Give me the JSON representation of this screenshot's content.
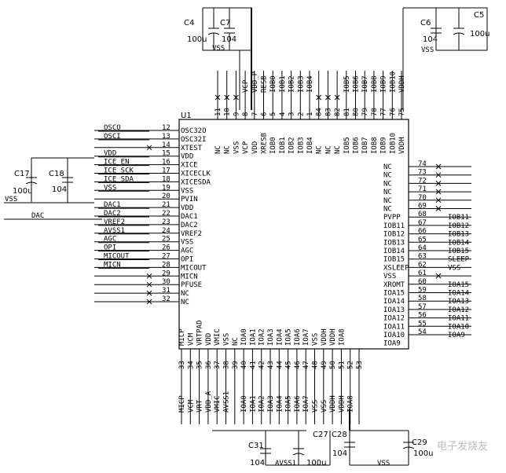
{
  "chip": {
    "ref": "U1"
  },
  "left_pins": [
    {
      "num": "12",
      "name": "OSC32O",
      "net": "OSCO",
      "x": "1"
    },
    {
      "num": "13",
      "name": "OSC32I",
      "net": "OSCI",
      "x": "1"
    },
    {
      "num": "14",
      "name": "XTEST",
      "net": "",
      "x": "1"
    },
    {
      "num": "15",
      "name": "VDD",
      "net": "VDD",
      "x": "1"
    },
    {
      "num": "16",
      "name": "XICE",
      "net": "ICE_EN",
      "x": "1"
    },
    {
      "num": "17",
      "name": "XICECLK",
      "net": "ICE_SCK",
      "x": "1"
    },
    {
      "num": "18",
      "name": "XICESDA",
      "net": "ICE_SDA",
      "x": "1"
    },
    {
      "num": "19",
      "name": "VSS",
      "net": "VSS",
      "x": "1"
    },
    {
      "num": "20",
      "name": "PVIN",
      "net": "",
      "x": "0"
    },
    {
      "num": "21",
      "name": "VDD",
      "net": "DAC1",
      "x": "1"
    },
    {
      "num": "22",
      "name": "DAC1",
      "net": "DAC2",
      "x": "1"
    },
    {
      "num": "23",
      "name": "DAC2",
      "net": "VREF2",
      "x": "1"
    },
    {
      "num": "24",
      "name": "VREF2",
      "net": "AVSS1",
      "x": "1"
    },
    {
      "num": "25",
      "name": "VSS",
      "net": "AGC",
      "x": "1"
    },
    {
      "num": "26",
      "name": "AGC",
      "net": "OPI",
      "x": "1"
    },
    {
      "num": "27",
      "name": "OPI",
      "net": "MICOUT",
      "x": "1"
    },
    {
      "num": "28",
      "name": "MICOUT",
      "net": "MICN",
      "x": "1"
    },
    {
      "num": "29",
      "name": "MICN",
      "net": "",
      "x": "1"
    },
    {
      "num": "30",
      "name": "PFUSE",
      "net": "",
      "x": "1"
    },
    {
      "num": "31",
      "name": "NC",
      "net": "",
      "x": "1"
    },
    {
      "num": "32",
      "name": "NC",
      "net": "",
      "x": "1"
    }
  ],
  "right_pins": [
    {
      "num": "74",
      "name": "NC",
      "net": ""
    },
    {
      "num": "73",
      "name": "NC",
      "net": ""
    },
    {
      "num": "72",
      "name": "NC",
      "net": ""
    },
    {
      "num": "71",
      "name": "NC",
      "net": ""
    },
    {
      "num": "70",
      "name": "NC",
      "net": ""
    },
    {
      "num": "69",
      "name": "NC",
      "net": ""
    },
    {
      "num": "68",
      "name": "PVPP",
      "net": "IOB11"
    },
    {
      "num": "67",
      "name": "IOB11",
      "net": "IOB12"
    },
    {
      "num": "66",
      "name": "IOB12",
      "net": "IOB13"
    },
    {
      "num": "65",
      "name": "IOB13",
      "net": "IOB14"
    },
    {
      "num": "64",
      "name": "IOB14",
      "net": "IOB15"
    },
    {
      "num": "63",
      "name": "IOB15",
      "net": "SLEEP"
    },
    {
      "num": "62",
      "name": "XSLEEP",
      "net": "VSS"
    },
    {
      "num": "61",
      "name": "VSS",
      "net": ""
    },
    {
      "num": "60",
      "name": "XROMT",
      "net": "IOA15"
    },
    {
      "num": "59",
      "name": "IOA15",
      "net": "IOA14"
    },
    {
      "num": "58",
      "name": "IOA14",
      "net": "IOA13"
    },
    {
      "num": "57",
      "name": "IOA13",
      "net": "IOA12"
    },
    {
      "num": "56",
      "name": "IOA12",
      "net": "IOA11"
    },
    {
      "num": "55",
      "name": "IOA11",
      "net": "IOA10"
    },
    {
      "num": "54",
      "name": "IOA10",
      "net": "IOA9"
    },
    {
      "num": "",
      "name": "IOA9",
      "net": ""
    }
  ],
  "top_pins": [
    {
      "num": "11",
      "name": "NC",
      "net": ""
    },
    {
      "num": "10",
      "name": "NC",
      "net": ""
    },
    {
      "num": "9",
      "name": "VSS",
      "net": ""
    },
    {
      "num": "8",
      "name": "VCP",
      "net": "VCP"
    },
    {
      "num": "7",
      "name": "VDD",
      "net": "VDD_P"
    },
    {
      "num": "6",
      "name": "XRESB",
      "net": "RESB"
    },
    {
      "num": "5",
      "name": "IOB0",
      "net": "IOB0"
    },
    {
      "num": "4",
      "name": "IOB1",
      "net": "IOB1"
    },
    {
      "num": "3",
      "name": "IOB2",
      "net": "IOB2"
    },
    {
      "num": "2",
      "name": "IOB3",
      "net": "IOB3"
    },
    {
      "num": "1",
      "name": "IOB4",
      "net": "IOB4"
    },
    {
      "num": "84",
      "name": "NC",
      "net": ""
    },
    {
      "num": "83",
      "name": "NC",
      "net": ""
    },
    {
      "num": "82",
      "name": "NC",
      "net": ""
    },
    {
      "num": "81",
      "name": "IOB5",
      "net": "IOB5"
    },
    {
      "num": "80",
      "name": "IOB6",
      "net": "IOB6"
    },
    {
      "num": "79",
      "name": "IOB7",
      "net": "IOB7"
    },
    {
      "num": "78",
      "name": "IOB8",
      "net": "IOB8"
    },
    {
      "num": "77",
      "name": "IOB9",
      "net": "IOB9"
    },
    {
      "num": "76",
      "name": "IOB10",
      "net": "IOB10"
    },
    {
      "num": "75",
      "name": "VDDH",
      "net": "VDDH"
    }
  ],
  "bottom_pins": [
    {
      "num": "33",
      "name": "MICP",
      "net": "MICP"
    },
    {
      "num": "34",
      "name": "VCM",
      "net": "VCM"
    },
    {
      "num": "35",
      "name": "VRTPAD",
      "net": "VRT"
    },
    {
      "num": "36",
      "name": "VDD",
      "net": "VDD_A"
    },
    {
      "num": "37",
      "name": "VMIC",
      "net": "VMIC"
    },
    {
      "num": "38",
      "name": "VSS",
      "net": "AVSS1"
    },
    {
      "num": "39",
      "name": "NC",
      "net": ""
    },
    {
      "num": "40",
      "name": "IOA0",
      "net": "IOA0"
    },
    {
      "num": "41",
      "name": "IOA1",
      "net": "IOA1"
    },
    {
      "num": "42",
      "name": "IOA2",
      "net": "IOA2"
    },
    {
      "num": "43",
      "name": "IOA3",
      "net": "IOA3"
    },
    {
      "num": "44",
      "name": "IOA4",
      "net": "IOA4"
    },
    {
      "num": "45",
      "name": "IOA5",
      "net": "IOA5"
    },
    {
      "num": "46",
      "name": "IOA6",
      "net": "IOA6"
    },
    {
      "num": "47",
      "name": "IOA7",
      "net": "IOA7"
    },
    {
      "num": "48",
      "name": "VSS",
      "net": "VSS"
    },
    {
      "num": "49",
      "name": "VDDH",
      "net": "VSS"
    },
    {
      "num": "50",
      "name": "VDDH",
      "net": "VDDH"
    },
    {
      "num": "51",
      "name": "IOA8",
      "net": "VDDH"
    },
    {
      "num": "52",
      "name": "",
      "net": "IOA8"
    },
    {
      "num": "53",
      "name": "",
      "net": ""
    }
  ],
  "caps": {
    "C4": {
      "ref": "C4",
      "value": "100u"
    },
    "C7": {
      "ref": "C7",
      "value": "104"
    },
    "C6": {
      "ref": "C6",
      "value": "104"
    },
    "C5": {
      "ref": "C5",
      "value": "100u"
    },
    "C17": {
      "ref": "C17",
      "value": "100u"
    },
    "C18": {
      "ref": "C18",
      "value": "104"
    },
    "C31": {
      "ref": "C31",
      "value": "104"
    },
    "C27": {
      "ref": "C27",
      "value": "100u"
    },
    "C28": {
      "ref": "C28",
      "value": "104"
    },
    "C29": {
      "ref": "C29",
      "value": "100u"
    }
  },
  "labels": {
    "vss_top_left": "VSS",
    "vss_top_right": "VSS",
    "vss_left": "VSS",
    "avss_bottom": "AVSS1",
    "vss_bottom": "VSS",
    "dac_net": "DAC",
    "watermark": "电子发烧友"
  }
}
